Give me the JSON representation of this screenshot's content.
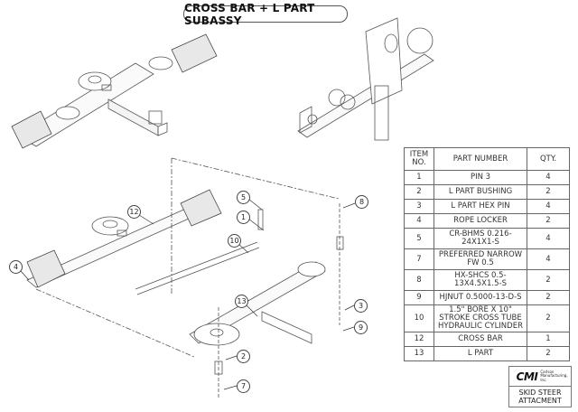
{
  "title": "CROSS BAR + L PART SUBASSY",
  "bom": {
    "headers": {
      "item": "ITEM NO.",
      "part": "PART NUMBER",
      "qty": "QTY."
    },
    "rows": [
      {
        "item": "1",
        "part": "PIN 3",
        "qty": "4"
      },
      {
        "item": "2",
        "part": "L PART BUSHING",
        "qty": "2"
      },
      {
        "item": "3",
        "part": "L PART HEX PIN",
        "qty": "4"
      },
      {
        "item": "4",
        "part": "ROPE LOCKER",
        "qty": "2"
      },
      {
        "item": "5",
        "part": "CR-BHMS 0.216-24X1X1-S",
        "qty": "4"
      },
      {
        "item": "7",
        "part": "PREFERRED NARROW FW 0.5",
        "qty": "4"
      },
      {
        "item": "8",
        "part": "HX-SHCS 0.5-13X4.5X1.5-S",
        "qty": "2"
      },
      {
        "item": "9",
        "part": "HJNUT 0.5000-13-D-S",
        "qty": "2"
      },
      {
        "item": "10",
        "part": "1.5\" BORE X 10\" STROKE CROSS TUBE HYDRAULIC CYLINDER",
        "qty": "2"
      },
      {
        "item": "12",
        "part": "CROSS BAR",
        "qty": "1"
      },
      {
        "item": "13",
        "part": "L PART",
        "qty": "2"
      }
    ]
  },
  "balloons": {
    "b1": "1",
    "b2": "2",
    "b3": "3",
    "b4": "4",
    "b5": "5",
    "b7": "7",
    "b8": "8",
    "b9": "9",
    "b10": "10",
    "b12": "12",
    "b13": "13"
  },
  "logo": {
    "brand": "CMI",
    "company": "Carlson Manufacturing, Inc.",
    "product": "SKID STEER ATTACMENT",
    "brand_color": "#c8102e"
  }
}
